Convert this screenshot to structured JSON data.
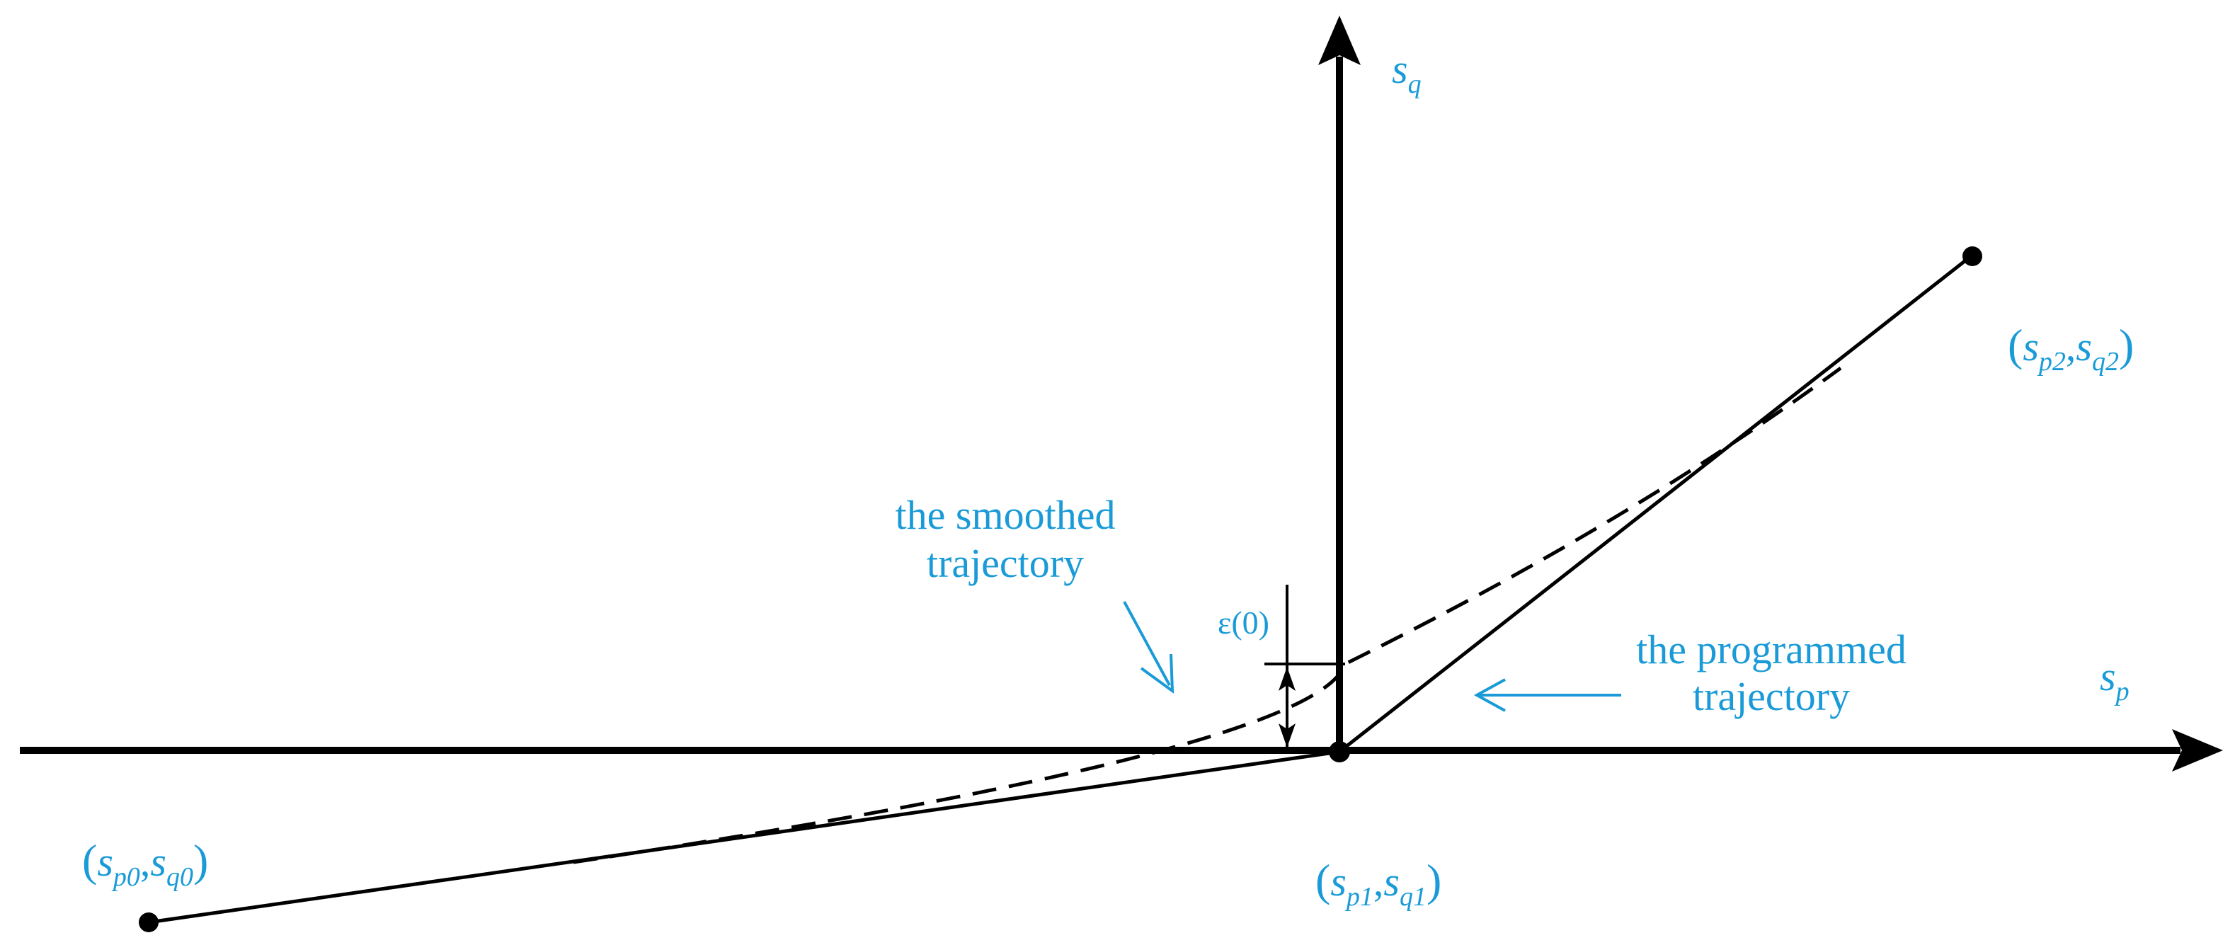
{
  "axes": {
    "sq": {
      "base": "s",
      "subscript": "q"
    },
    "sp": {
      "base": "s",
      "subscript": "p"
    }
  },
  "points": {
    "p0": {
      "open": "(",
      "s1": "s",
      "sub1": "p0",
      "comma": ",",
      "s2": "s",
      "sub2": "q0",
      "close": ")"
    },
    "p1": {
      "open": "(",
      "s1": "s",
      "sub1": "p1",
      "comma": ",",
      "s2": "s",
      "sub2": "q1",
      "close": ")"
    },
    "p2": {
      "open": "(",
      "s1": "s",
      "sub1": "p2",
      "comma": ",",
      "s2": "s",
      "sub2": "q2",
      "close": ")"
    }
  },
  "annotations": {
    "smoothed_line1": "the smoothed",
    "smoothed_line2": "trajectory",
    "programmed_line1": "the programmed",
    "programmed_line2": "trajectory",
    "epsilon": "ε(0)"
  },
  "colors": {
    "label": "#1a9bd7",
    "line": "#000000"
  }
}
